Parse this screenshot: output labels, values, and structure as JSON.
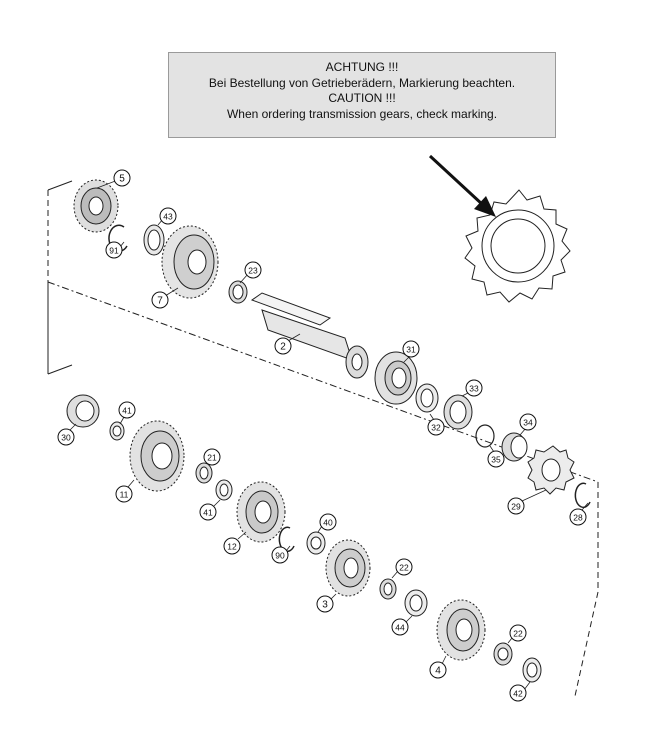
{
  "notice": {
    "line1": "ACHTUNG !!!",
    "line2": "Bei Bestellung von Getrieberädern, Markierung beachten.",
    "line3": "CAUTION !!!",
    "line4": "When ordering transmission gears, check marking."
  },
  "parts": {
    "p5": "5",
    "p43": "43",
    "p91": "91",
    "p7": "7",
    "p23": "23",
    "p2": "2",
    "p31": "31",
    "p33": "33",
    "p32": "32",
    "p34": "34",
    "p35": "35",
    "p29": "29",
    "p28": "28",
    "p30": "30",
    "p41a": "41",
    "p21": "21",
    "p11": "11",
    "p41b": "41",
    "p12": "12",
    "p90": "90",
    "p40": "40",
    "p3": "3",
    "p22a": "22",
    "p44": "44",
    "p4": "4",
    "p22b": "22",
    "p42": "42"
  }
}
